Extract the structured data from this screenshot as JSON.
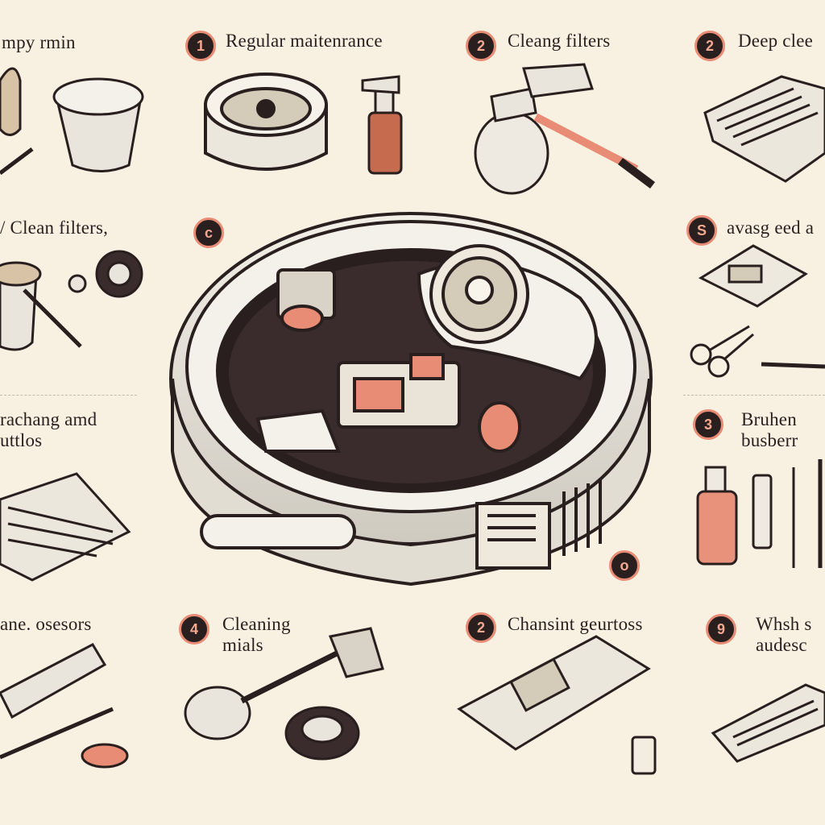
{
  "steps": [
    {
      "badge": "",
      "label": "mpy rmin"
    },
    {
      "badge": "1",
      "label": "Regular maitenrance"
    },
    {
      "badge": "2",
      "label": "Cleang filters"
    },
    {
      "badge": "2",
      "label": "Deep clee"
    },
    {
      "badge": "",
      "label": "/ Clean    filters,"
    },
    {
      "badge": "c",
      "label": ""
    },
    {
      "badge": "S",
      "label": "avasg eed a"
    },
    {
      "badge": "",
      "label": "rachang amd\nuttlos"
    },
    {
      "badge": "3",
      "label": "Bruhen\nbusberr"
    },
    {
      "badge": "o",
      "label": ""
    },
    {
      "badge": "",
      "label": "ane. osesors"
    },
    {
      "badge": "4",
      "label": "Cleaning\nmials"
    },
    {
      "badge": "2",
      "label": "Chansint geurtoss"
    },
    {
      "badge": "9",
      "label": "Whsh s\naudesc"
    }
  ],
  "colors": {
    "background": "#f8f1e2",
    "ink": "#2a1f1f",
    "accent": "#e88c76",
    "metal": "#e9e5dc"
  }
}
